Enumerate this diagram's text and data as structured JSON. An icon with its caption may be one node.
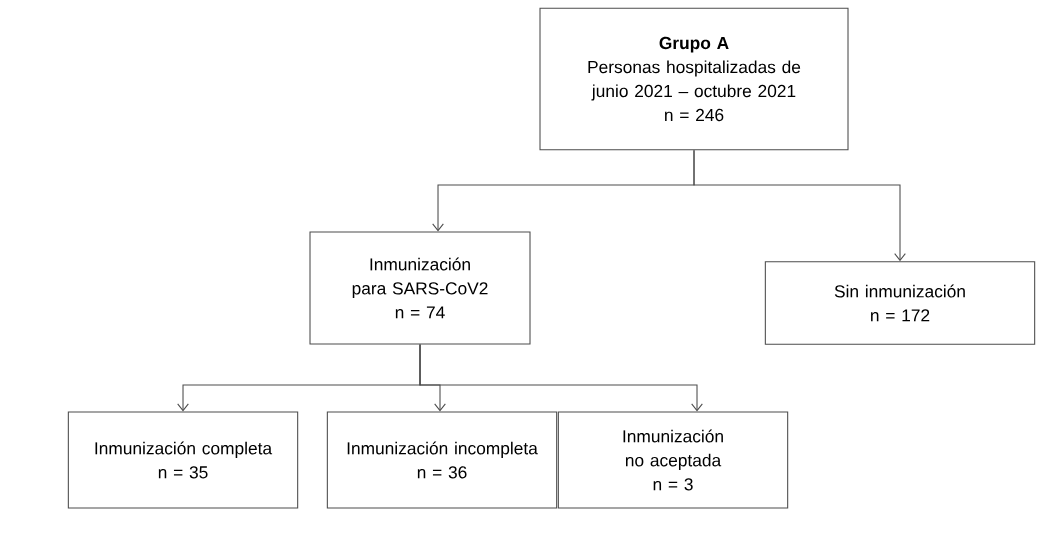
{
  "diagram": {
    "nodes": [
      {
        "text": [
          "Grupo A",
          "Personas hospitalizadas de junio 2021 – octubre 2021",
          "n = 246"
        ]
      },
      {
        "text": [
          "Inmunización para SARS-CoV2",
          "n = 74"
        ]
      },
      {
        "text": [
          "Sin inmunización",
          "n = 172"
        ]
      },
      {
        "text": [
          "Inmunización completa",
          "n = 35"
        ]
      },
      {
        "text": [
          "Inmunización incompleta",
          "n = 36"
        ]
      },
      {
        "text": [
          "Inmunización no aceptada",
          "n = 3"
        ]
      }
    ],
    "edges": [
      {
        "from": 0,
        "to": 1,
        "arrow": "to"
      },
      {
        "from": 0,
        "to": 2,
        "arrow": "to"
      },
      {
        "from": 1,
        "to": 3,
        "arrow": "to"
      },
      {
        "from": 1,
        "to": 4,
        "arrow": "to"
      },
      {
        "from": 1,
        "to": 5,
        "arrow": "to"
      }
    ]
  }
}
